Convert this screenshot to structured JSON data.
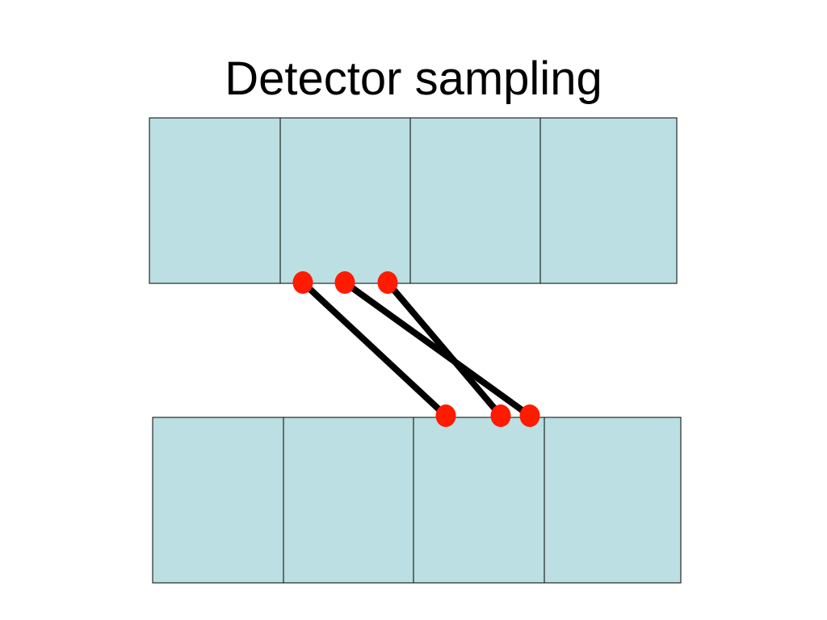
{
  "slide": {
    "title": "Detector sampling"
  },
  "diagram": {
    "colors": {
      "detector_fill": "#bbdfe2",
      "detector_border": "#000000",
      "sample_point": "#ff1a00",
      "ray": "#000000"
    },
    "top_row": {
      "element_count": 4
    },
    "bottom_row": {
      "element_count": 4
    },
    "sample_points": {
      "top_count": 3,
      "bottom_count": 3
    },
    "rays": [
      {
        "from": "top-point-1",
        "to": "bottom-point-1"
      },
      {
        "from": "top-point-2",
        "to": "bottom-point-3"
      },
      {
        "from": "top-point-3",
        "to": "bottom-point-2"
      }
    ]
  }
}
